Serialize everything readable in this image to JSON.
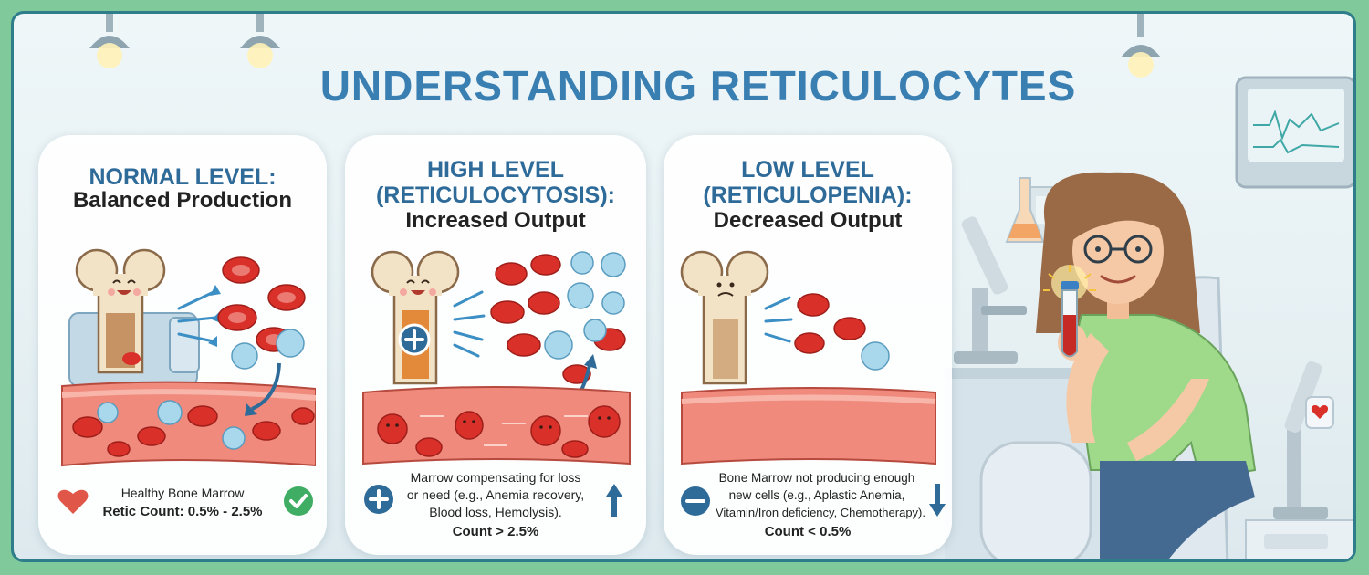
{
  "title": "UNDERSTANDING RETICULOCYTES",
  "cards": [
    {
      "level": "NORMAL LEVEL:",
      "subtitle": "Balanced Production",
      "desc_lines": [
        "Healthy Bone Marrow",
        "Retic Count: 0.5% - 2.5%"
      ],
      "count": ""
    },
    {
      "level_lines": [
        "HIGH LEVEL",
        "(RETICULOCYTOSIS):"
      ],
      "subtitle": "Increased Output",
      "desc_lines": [
        "Marrow compensating for loss",
        "or need (e.g., Anemia recovery,",
        "Blood loss, Hemolysis)."
      ],
      "count": "Count > 2.5%"
    },
    {
      "level_lines": [
        "LOW LEVEL",
        "(RETICULOPENIA):"
      ],
      "subtitle": "Decreased Output",
      "desc_lines": [
        "Bone Marrow not producing enough",
        "new cells (e.g., Aplastic Anemia,",
        "Vitamin/Iron deficiency, Chemotherapy)."
      ],
      "count": "Count < 0.5%"
    }
  ],
  "colors": {
    "title": "#3a7fb2",
    "rbc": "#d9302a",
    "retic": "#a9d8ec",
    "vessel": "#ef8a7d",
    "bone": "#f3e3c6",
    "check": "#3fae64",
    "icon_blue": "#2f6b99"
  },
  "icons": [
    "heart-icon",
    "check-icon",
    "plus-icon",
    "up-arrow-icon",
    "minus-icon",
    "down-arrow-icon",
    "test-tube-icon"
  ]
}
